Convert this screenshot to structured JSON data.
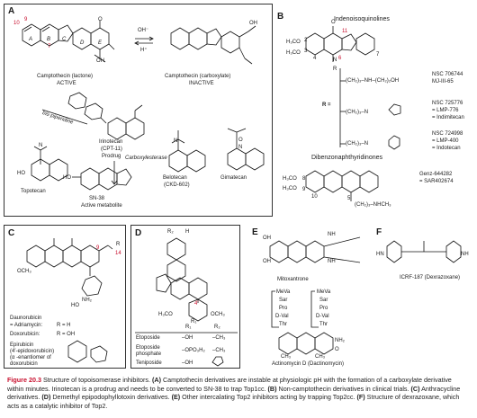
{
  "panels": {
    "A": {
      "label": "A",
      "camptothecin_lactone": "Camptothecin (lactone)",
      "camptothecin_lactone_state": "ACTIVE",
      "camptothecin_carboxylate": "Camptothecin (carboxylate)",
      "camptothecin_carboxylate_state": "INACTIVE",
      "oh_minus": "OH⁻",
      "h_plus": "H⁺",
      "ring_A": "A",
      "ring_B": "B",
      "ring_C": "C",
      "ring_D": "D",
      "ring_E": "E",
      "pos_10": "10",
      "pos_7": "7",
      "pos_9": "9",
      "bis_piperidine": "bis-piperidine",
      "carboxylesterase": "Carboxylesterase",
      "irinotecan": "Irinotecan",
      "irinotecan_code": "(CPT-11)",
      "irinotecan_note": "Prodrug",
      "topotecan": "Topotecan",
      "sn38": "SN-38",
      "sn38_note": "Active metabolite",
      "belotecan": "Belotecan",
      "belotecan_code": "(CKD-602)",
      "gimatecan": "Gimatecan",
      "ho": "HO",
      "o": "O",
      "oh": "OH",
      "n": "N"
    },
    "B": {
      "label": "B",
      "title1": "Indenoisoquinolines",
      "chain1": "(CH₂)₃–NH–(CH₂)₂OH",
      "nsc1": "NSC 706744",
      "nsc1_alias": "MJ-III-65",
      "r_eq": "R =",
      "chain2": "(CH₂)₃–N",
      "nsc2": "NSC 725776",
      "nsc2_alias1": "= LMP-776",
      "nsc2_alias2": "= Indimitecan",
      "chain3": "(CH₂)₃–N",
      "nsc3": "NSC 724998",
      "nsc3_alias1": "= LMP-400",
      "nsc3_alias2": "= Indotecan",
      "title2": "Dibenzonaphthyridinones",
      "genz": "Genz-644282",
      "genz_alias": "= SAR402674",
      "chain4": "(CH₂)₃–NHCH₃",
      "h3co": "H₃CO",
      "pos_2": "2",
      "pos_3": "3",
      "pos_4": "4",
      "pos_5": "5",
      "pos_6": "6",
      "pos_7": "7",
      "pos_8": "8",
      "pos_9": "9",
      "pos_10": "10",
      "pos_11": "11",
      "o": "O",
      "n": "N",
      "r": "R"
    },
    "C": {
      "label": "C",
      "daunorubicin": "Daunorubicin",
      "adriamycin": "= Adriamycin:",
      "r_h": "R = H",
      "doxorubicin": "Doxorubicin:",
      "r_oh": "R = OH",
      "epirubicin": "Epirubicin",
      "epirubicin_alt": "(4′-epidoxorubicin)",
      "epirubicin_note1": "(α -enantiomer of",
      "epirubicin_note2": "doxorubicin",
      "och3": "OCH₃",
      "pos_9": "9",
      "pos_14": "14",
      "o": "O",
      "oh": "OH",
      "r": "R",
      "nh2": "NH₂",
      "ho": "HO",
      "ch3": "CH₃"
    },
    "D": {
      "label": "D",
      "r1": "R₁",
      "r2": "R₂",
      "pos_4": "4′",
      "etoposide": "Etoposide",
      "etoposide_r1": "–OH",
      "etoposide_r2": "–CH₃",
      "etoposide_phosphate": "Etoposide",
      "etoposide_phosphate2": "phosphate",
      "etoposide_phosphate_r1": "–OPO₃H₂",
      "etoposide_phosphate_r2": "–CH₃",
      "teniposide": "Teniposide",
      "teniposide_r1": "–OH",
      "o": "O",
      "h": "H",
      "och3": "OCH₃",
      "h3co": "H₃CO"
    },
    "E": {
      "label": "E",
      "mitoxantrone": "Mitoxantrone",
      "actinomycin": "Actinomycin D (Dactinomycin)",
      "peptide_left": [
        "MeVa",
        "Sar",
        "Pro",
        "D-Val",
        "Thr"
      ],
      "peptide_right": [
        "MeVa",
        "Sar",
        "Pro",
        "D-Val",
        "Thr"
      ],
      "oh": "OH",
      "o": "O",
      "nh": "NH",
      "nh2": "NH₂",
      "n": "N",
      "ch3": "CH₃"
    },
    "F": {
      "label": "F",
      "icrf": "ICRF-187 (Dexrazoxane)",
      "o": "O",
      "hn": "HN",
      "nh": "NH",
      "n": "N"
    }
  },
  "caption": {
    "fig": "Figure 20.3",
    "text_intro": " Structure of topoisomerase inhibitors. ",
    "a_lbl": "(A)",
    "a_text": " Camptothecin derivatives are instable at physiologic pH with the formation of a carboxylate derivative within minutes. Irinotecan is a prodrug and needs to be converted to SN-38 to trap Top1cc. ",
    "b_lbl": "(B)",
    "b_text": " Non-camptothecin derivatives in clinical trials. ",
    "c_lbl": "(C)",
    "c_text": " Anthracycline derivatives. ",
    "d_lbl": "(D)",
    "d_text": " Demethyl epipodophyllotoxin derivatives. ",
    "e_lbl": "(E)",
    "e_text": " Other intercalating Top2 inhibitors acting by trapping Top2cc. ",
    "f_lbl": "(F)",
    "f_text": " Structure of dexrazoxane, which acts as a catalytic inhibitor of Top2."
  }
}
